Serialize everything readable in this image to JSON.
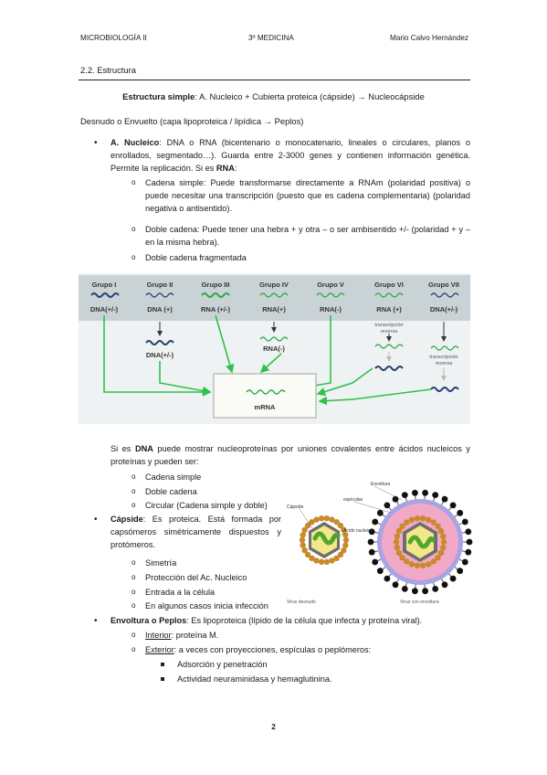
{
  "header": {
    "left": "MICROBIOLOGÍA II",
    "center": "3º MEDICINA",
    "right": "Mario Calvo Hernández"
  },
  "section": "2.2. Estructura",
  "summary": {
    "label": "Estructura simple",
    "text": ": A. Nucleico + Cubierta proteica (cápside) → Nucleocápside"
  },
  "desnudo": "Desnudo o Envuelto (capa lipoproteica / lipídica → Peplos)",
  "nucleico": {
    "label": "A. Nucleico",
    "text": ": DNA o RNA (bicentenario o monocatenario, lineales o circulares, planos o enrollados, segmentado…). Guarda entre 2-3000 genes y contienen información genética. Permite la replicación. Si es ",
    "rna": "RNA",
    "colon": ":",
    "items": [
      "Cadena simple: Puede transformarse directamente a RNAm (polaridad positiva) o puede necesitar una transcripción (puesto que es cadena complementaria) (polaridad negativa o antisentido).",
      "Doble cadena: Puede tener una hebra + y otra – o ser ambisentido +/- (polaridad + y – en la misma hebra).",
      "Doble cadena fragmentada"
    ]
  },
  "figure": {
    "groups": [
      {
        "name": "Grupo I",
        "type": "DNA(+/-)"
      },
      {
        "name": "Grupo II",
        "type": "DNA (+)"
      },
      {
        "name": "Grupo III",
        "type": "RNA (+/-)"
      },
      {
        "name": "Grupo IV",
        "type": "RNA(+)"
      },
      {
        "name": "Grupo V",
        "type": "RNA(-)"
      },
      {
        "name": "Grupo VI",
        "type": "RNA (+)"
      },
      {
        "name": "Grupo VII",
        "type": "DNA(+/-)"
      }
    ],
    "mid_dna": "DNA(+/-)",
    "mid_rna": "RNA(-)",
    "transcripcion": "transcripción",
    "reversa": "reversa",
    "mrna": "mRNA"
  },
  "dna": {
    "pre": "Si es ",
    "label": "DNA",
    "text": " puede mostrar nucleoproteínas por uniones covalentes entre ácidos nucleicos y proteínas y pueden ser:",
    "items": [
      "Cadena simple",
      "Doble cadena",
      "Circular (Cadena simple y doble)"
    ]
  },
  "capside": {
    "label": "Cápside",
    "text": ": Es proteica. Está formada por capsómeros simétricamente dispuestos y protómeros.",
    "items": [
      "Simetría",
      "Protección del Ac. Nucleico",
      "Entrada a la célula",
      "En algunos casos inicia infección"
    ]
  },
  "virus": {
    "envoltura_label": "Envoltura",
    "espiculas_label": "espículas",
    "capside_label": "Cápside",
    "acido_label": "Ácido nucleico",
    "caption_left": "Virus desnudo",
    "caption_right": "Virus con envoltura"
  },
  "envoltura": {
    "label": "Envoltura o Peplos",
    "text": ": Es lipoproteica (lípido de la célula que infecta y proteína viral).",
    "interior_label": "Interior",
    "interior_text": ": proteína M.",
    "exterior_label": "Exterior",
    "exterior_text": ": a veces con proyecciones, espículas o peplómeros:",
    "items": [
      "Adsorción y penetración",
      "Actividad neuraminidasa y hemaglutinina."
    ]
  },
  "page_number": "2"
}
